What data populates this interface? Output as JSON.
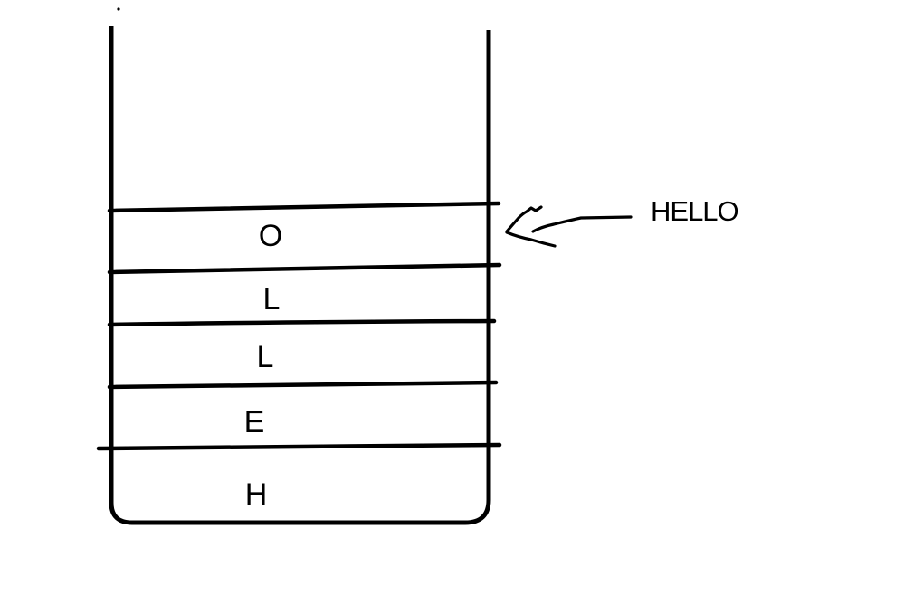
{
  "page": {
    "background_color": "#ffffff",
    "ink_color": "#000000"
  },
  "diagram": {
    "type": "stack",
    "annotation": {
      "label": "HELLO",
      "points_to": "top-of-stack"
    },
    "stack": {
      "items": [
        "O",
        "L",
        "L",
        "E",
        "H"
      ],
      "order": "top-to-bottom"
    }
  }
}
